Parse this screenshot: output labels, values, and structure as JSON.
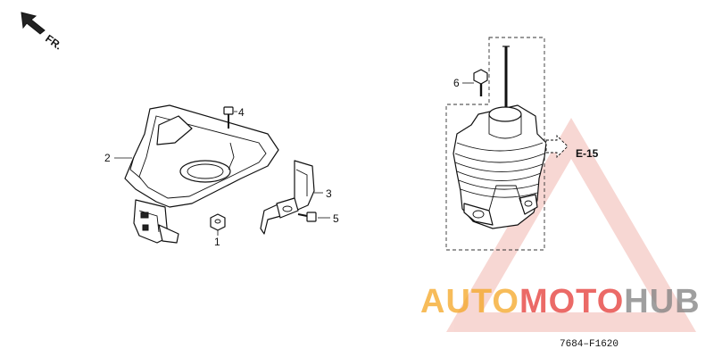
{
  "diagram": {
    "orientation_label": "FR.",
    "callouts": [
      "1",
      "2",
      "3",
      "4",
      "5",
      "6"
    ],
    "reference": "E-15",
    "drawing_code": "7684–F1620"
  },
  "watermark": {
    "part1": "AUTO",
    "part2": "MOTO",
    "part3": "HUB",
    "color_orange": "#f5a623",
    "color_red": "#e53935",
    "color_gray": "#7f7f7f"
  }
}
